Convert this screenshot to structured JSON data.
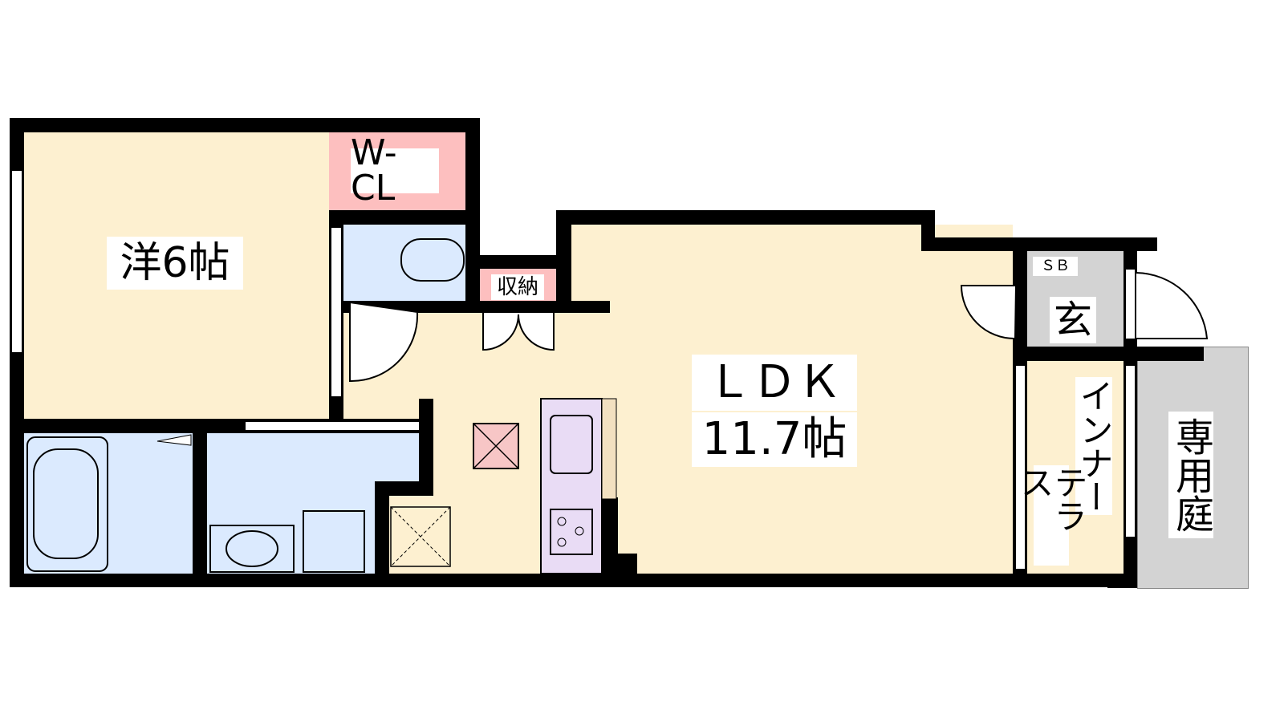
{
  "rooms": {
    "western": "洋6帖",
    "wcl": "W-CL",
    "storage": "収納",
    "ldk_name": "ＬＤＫ",
    "ldk_size": "11.7帖",
    "shoe_box": "ＳＢ",
    "entrance": "玄",
    "inner_terrace_1": "インナー",
    "inner_terrace_2": "テラス",
    "private_garden": "専用庭"
  },
  "colors": {
    "cream": "#fdf0d0",
    "blue": "#dbeafe",
    "pink": "#fdbfbf",
    "grey": "#d3d3d3",
    "kitchen": "#e9dcf5"
  }
}
